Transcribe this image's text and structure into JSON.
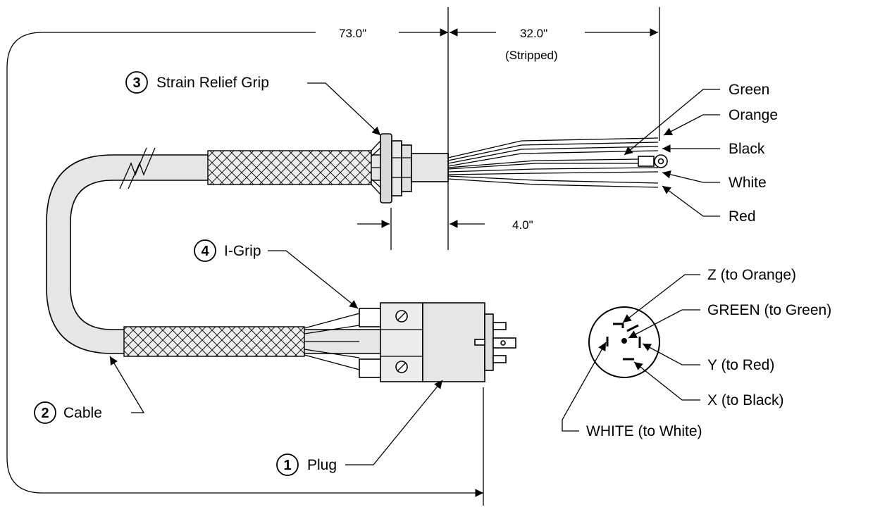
{
  "dimensions": {
    "overall": "73.0\"",
    "stripped": "32.0\"",
    "stripped_note": "(Stripped)",
    "grip_offset": "4.0\""
  },
  "callouts": [
    {
      "number": "1",
      "label": "Plug"
    },
    {
      "number": "2",
      "label": "Cable"
    },
    {
      "number": "3",
      "label": "Strain Relief Grip"
    },
    {
      "number": "4",
      "label": "I-Grip"
    }
  ],
  "wires": [
    "Green",
    "Orange",
    "Black",
    "White",
    "Red"
  ],
  "pins": [
    "Z (to Orange)",
    "GREEN (to Green)",
    "Y (to Red)",
    "X (to Black)",
    "WHITE (to White)"
  ],
  "colors": {
    "line": "#000000",
    "cable_fill": "#e6e6e6",
    "background": "#ffffff"
  }
}
